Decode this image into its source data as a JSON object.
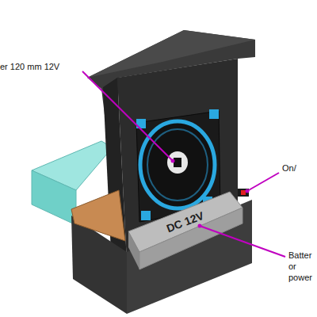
{
  "diagram": {
    "nodes": [
      {
        "text": [
          "DC 12V"
        ]
      }
    ],
    "edges": [],
    "labels": [
      "er 120 mm 12V",
      "On/",
      "Batter or power"
    ]
  }
}
